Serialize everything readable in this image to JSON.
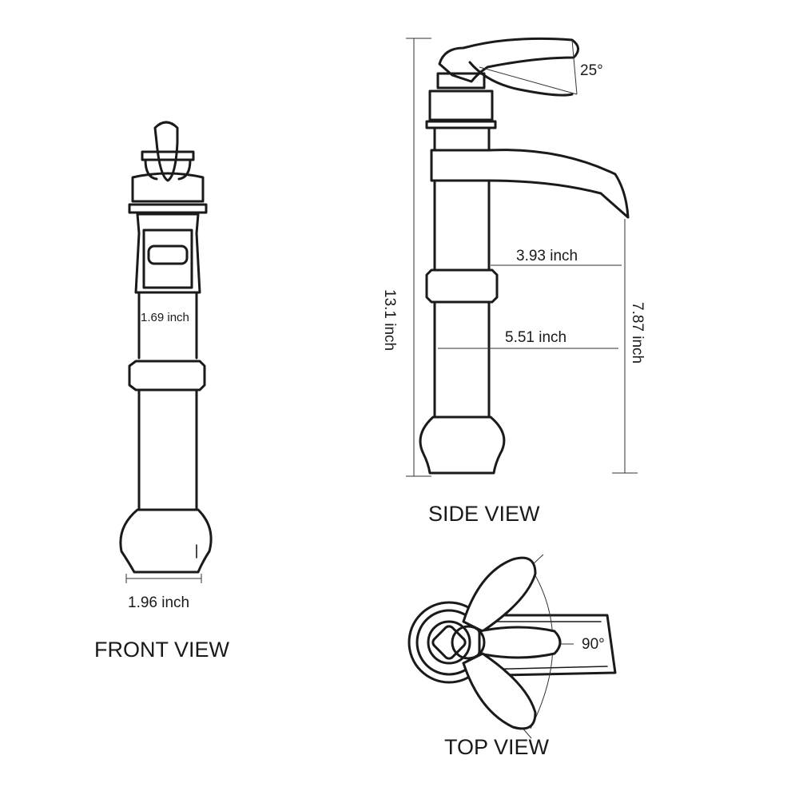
{
  "views": {
    "front": "FRONT VIEW",
    "side": "SIDE VIEW",
    "top": "TOP VIEW"
  },
  "dimensions": {
    "front_inner_width": "1.69 inch",
    "front_base_width": "1.96 inch",
    "side_total_height": "13.1 inch",
    "side_spout_reach": "3.93 inch",
    "side_base_reach": "5.51 inch",
    "side_spout_height": "7.87 inch",
    "handle_tilt_angle": "25°",
    "handle_rotation_angle": "90°"
  }
}
